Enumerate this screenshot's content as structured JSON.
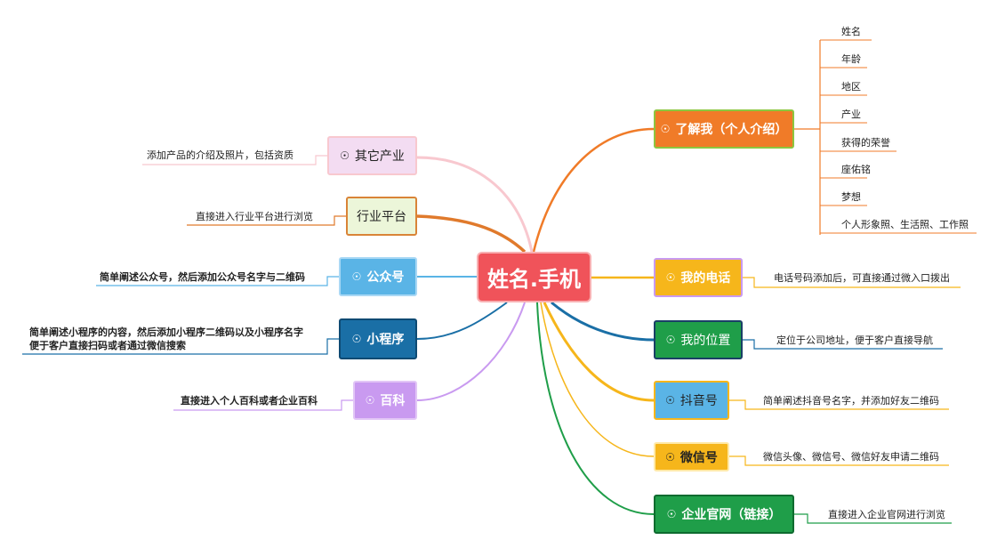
{
  "central": {
    "label": "姓名.手机"
  },
  "check_icon": "☉",
  "nodes": {
    "about": {
      "label": "了解我（个人介绍）",
      "color": "#f07b28"
    },
    "phone": {
      "label": "我的电话",
      "color": "#f6b61b"
    },
    "location": {
      "label": "我的位置",
      "color": "#1f9e49"
    },
    "douyin": {
      "label": "抖音号",
      "color": "#5ab4e6"
    },
    "wechat": {
      "label": "微信号",
      "color": "#f6b61b"
    },
    "website": {
      "label": "企业官网（链接）",
      "color": "#1f9e49"
    },
    "other": {
      "label": "其它产业",
      "color": "#f3dcf2"
    },
    "industry": {
      "label": "行业平台",
      "color": "#ecf6d9"
    },
    "official": {
      "label": "公众号",
      "color": "#5ab4e6"
    },
    "mini": {
      "label": "小程序",
      "color": "#1a6fa6"
    },
    "baike": {
      "label": "百科",
      "color": "#c99af0"
    }
  },
  "about_items": [
    "姓名",
    "年龄",
    "地区",
    "产业",
    "获得的荣誉",
    "座佑铭",
    "梦想",
    "个人形象照、生活照、工作照"
  ],
  "leaves": {
    "phone": "电话号码添加后，可直接通过微入口拨出",
    "location": "定位于公司地址，便于客户直接导航",
    "douyin": "简单阐述抖音号名字，并添加好友二维码",
    "wechat": "微信头像、微信号、微信好友申请二维码",
    "website": "直接进入企业官网进行浏览",
    "other": "添加产品的介绍及照片，包括资质",
    "industry": "直接进入行业平台进行浏览",
    "official": "简单阐述公众号，然后添加公众号名字与二维码",
    "mini_1": "简单阐述小程序的内容，然后添加小程序二维码以及小程序名字",
    "mini_2": "便于客户直接扫码或者通过微信搜索",
    "baike": "直接进入个人百科或者企业百科"
  }
}
